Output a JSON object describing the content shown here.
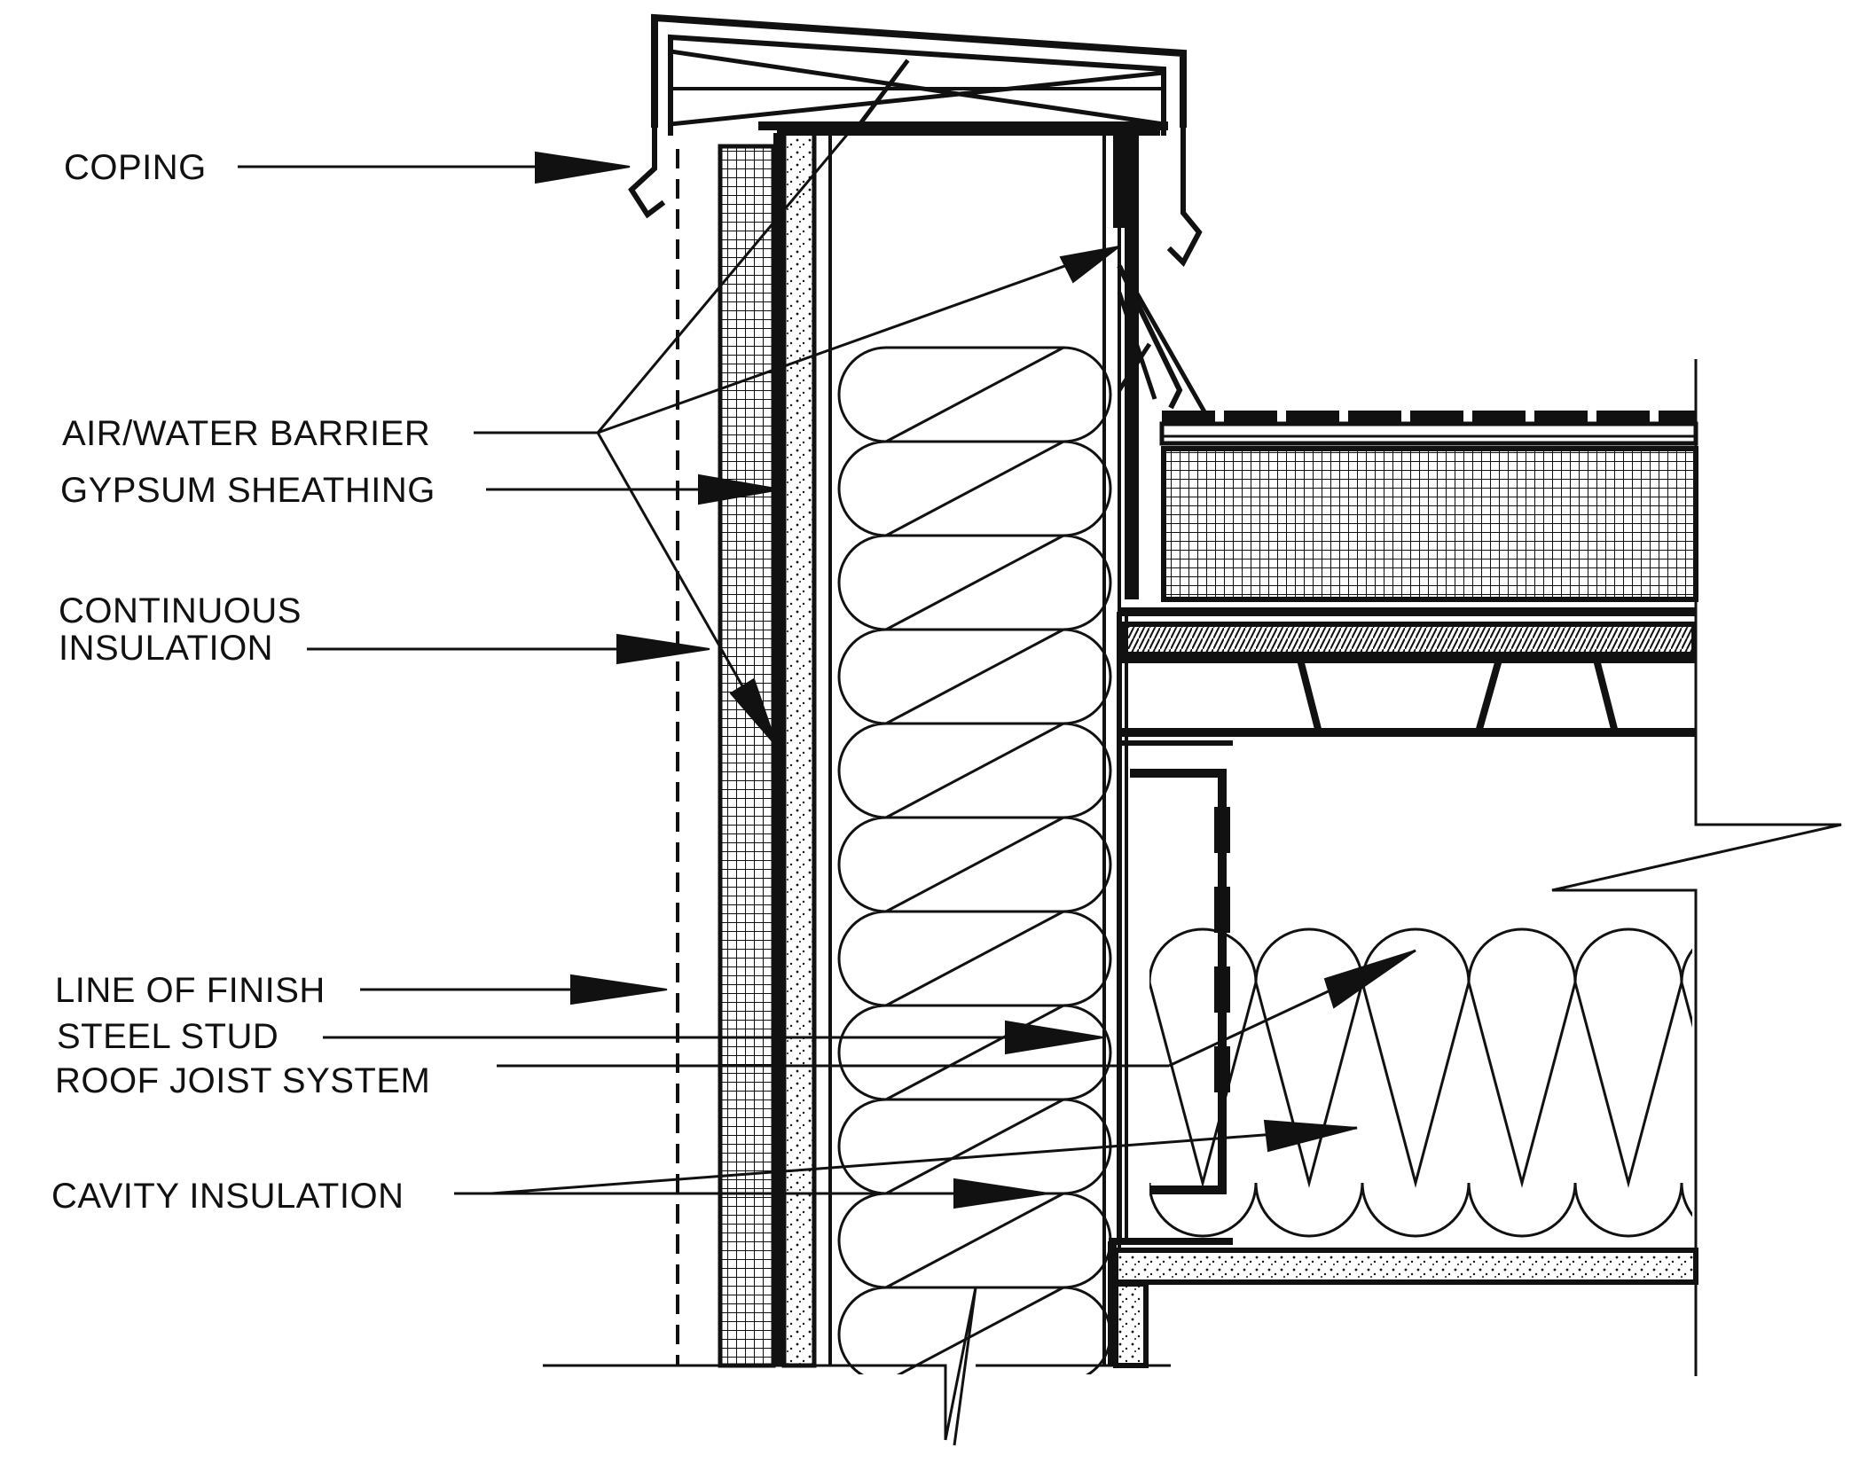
{
  "labels": {
    "coping": "COPING",
    "air_water_barrier": "AIR/WATER BARRIER",
    "gypsum_sheathing": "GYPSUM SHEATHING",
    "continuous_insulation_line1": "CONTINUOUS",
    "continuous_insulation_line2": "INSULATION",
    "line_of_finish": "LINE OF FINISH",
    "steel_stud": "STEEL STUD",
    "roof_joist_system": "ROOF JOIST SYSTEM",
    "cavity_insulation": "CAVITY INSULATION"
  },
  "colors": {
    "ink": "#111111",
    "paper": "#ffffff"
  }
}
